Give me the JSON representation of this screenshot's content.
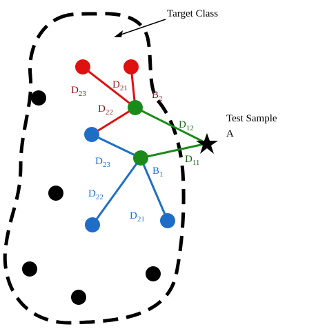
{
  "colors": {
    "red": "#e01010",
    "green": "#1a8a1a",
    "blue": "#1e6ec8",
    "black": "#000000"
  },
  "annotations": {
    "target_class": "Target Class",
    "test_sample": "Test Sample",
    "test_sample_id": "A"
  },
  "labels": {
    "b1": {
      "base": "B",
      "sub": "1"
    },
    "b2": {
      "base": "B",
      "sub": "2"
    },
    "d12": {
      "base": "D",
      "sub": "12"
    },
    "d11": {
      "base": "D",
      "sub": "11"
    },
    "red_d23": {
      "base": "D",
      "sub": "23"
    },
    "red_d21": {
      "base": "D",
      "sub": "21"
    },
    "red_d22": {
      "base": "D",
      "sub": "22"
    },
    "blue_d23": {
      "base": "D",
      "sub": "23"
    },
    "blue_d22": {
      "base": "D",
      "sub": "22"
    },
    "blue_d21": {
      "base": "D",
      "sub": "21"
    }
  }
}
